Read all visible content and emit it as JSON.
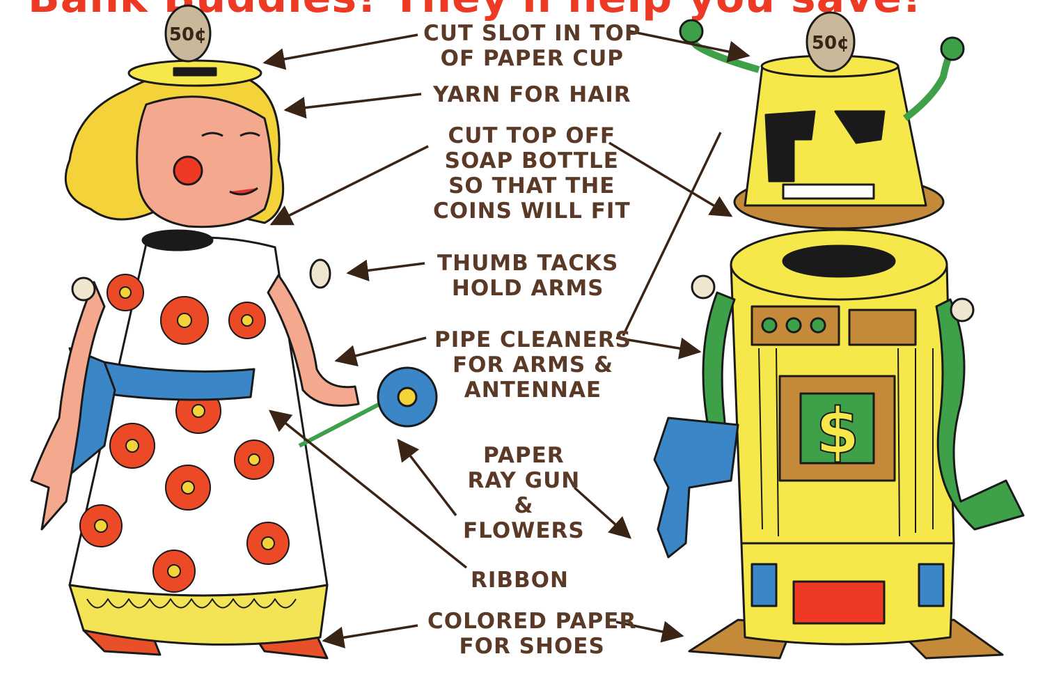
{
  "headline": "Bank Buddies! They'll help you save!",
  "labels": {
    "paper_cup": [
      "CUT SLOT IN TOP",
      "OF PAPER CUP"
    ],
    "yarn": [
      "YARN FOR HAIR"
    ],
    "soap_bottle": [
      "CUT TOP OFF",
      "SOAP BOTTLE",
      "SO THAT THE",
      "COINS WILL FIT"
    ],
    "thumb_tacks": [
      "THUMB TACKS",
      "HOLD ARMS"
    ],
    "pipe_cleaners": [
      "PIPE CLEANERS",
      "FOR ARMS &",
      "ANTENNAE"
    ],
    "ray_gun": [
      "PAPER",
      "RAY GUN",
      "&",
      "FLOWERS"
    ],
    "ribbon": [
      "RIBBON"
    ],
    "shoes": [
      "COLORED PAPER",
      "FOR SHOES"
    ]
  },
  "coins": {
    "girl": "50¢",
    "robot": "50¢"
  },
  "robot_chest_symbol": "$",
  "colors": {
    "label_text": "#5a3a26",
    "headline": "#ee3a24",
    "arrow": "#3a2416",
    "robot_yellow": "#f6e84a",
    "robot_green": "#3fa04a",
    "hair_yellow": "#f3d23a",
    "skin": "#f4a98e",
    "flower_red": "#ec4a26",
    "sash_blue": "#3a86c6",
    "shoe_red": "#e8502a",
    "shoe_brown": "#c48a3a",
    "coin": "#c9b89a"
  }
}
